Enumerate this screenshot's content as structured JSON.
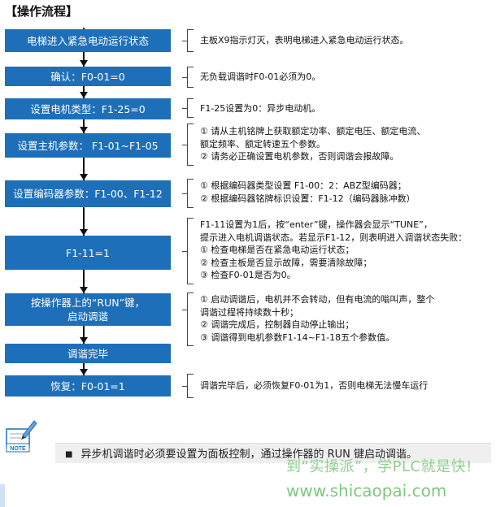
{
  "title": "【操作流程】",
  "steps": [
    {
      "label": "电梯进入紧急电动运行状态"
    },
    {
      "label": "确认：F0-01=0"
    },
    {
      "label": "设置电机类型：F1-25=0"
    },
    {
      "label": "设置主机参数：  F1-01~F1-05"
    },
    {
      "label": "设置编码器参数：F1-00、F1-12"
    },
    {
      "label": "F1-11=1"
    },
    {
      "label_line1": "按操作器上的“RUN”键，",
      "label_line2": "启动调谐"
    },
    {
      "label": "调谐完毕"
    },
    {
      "label": "恢复：F0-01=1"
    }
  ],
  "notes": [
    {
      "lines": [
        "主板X9指示灯灭，表明电梯进入紧急电动运行状态。"
      ]
    },
    {
      "lines": [
        "无负载调谐时F0-01必须为0。"
      ]
    },
    {
      "lines": [
        "F1-25设置为0：异步电动机。"
      ]
    },
    {
      "lines": [
        "① 请从主机铭牌上获取额定功率、额定电压、额定电流、",
        "    额定频率、额定转速五个参数。",
        "② 请务必正确设置电机参数，否则调谐会报故障。"
      ]
    },
    {
      "lines": [
        "① 根据编码器类型设置 F1-00：2：ABZ型编码器；",
        "② 根据编码器铭牌标识设置：F1-12（编码器脉冲数）"
      ]
    },
    {
      "lines": [
        "F1-11设置为1后，按“enter”键，操作器会显示“TUNE”，",
        "提示进入电机调谐状态。若显示F1-12，则表明进入调谐状态失败：",
        "① 检查电梯是否在紧急电动运行状态；",
        "② 检查主板是否显示故障，需要清除故障；",
        "③ 检查F0-01是否为0。"
      ]
    },
    {
      "lines": [
        "① 启动调谐后，电机并不会转动，但有电流的嗡叫声，整个",
        "    调谐过程将持续数十秒；",
        "② 调谐完成后，控制器自动停止输出；",
        "③ 调谐得到电机参数F1-14~F1-18五个参数值。"
      ]
    },
    {
      "lines": [
        "调谐完毕后，必须恢复F0-01为1，否则电梯无法慢车运行"
      ]
    }
  ],
  "note_box": {
    "icon_label": "NOTE",
    "bullet": "■",
    "text": "异步机调谐时必须要设置为面板控制，通过操作器的 RUN 键启动调谐。"
  },
  "watermark": {
    "line1": "到“实操派”，学PLC就是快!",
    "line2": "www.shicaopai.com"
  },
  "colors": {
    "step_fill": "#1e6fb9",
    "step_text": "#ffffff",
    "watermark": "#7fc77f"
  }
}
